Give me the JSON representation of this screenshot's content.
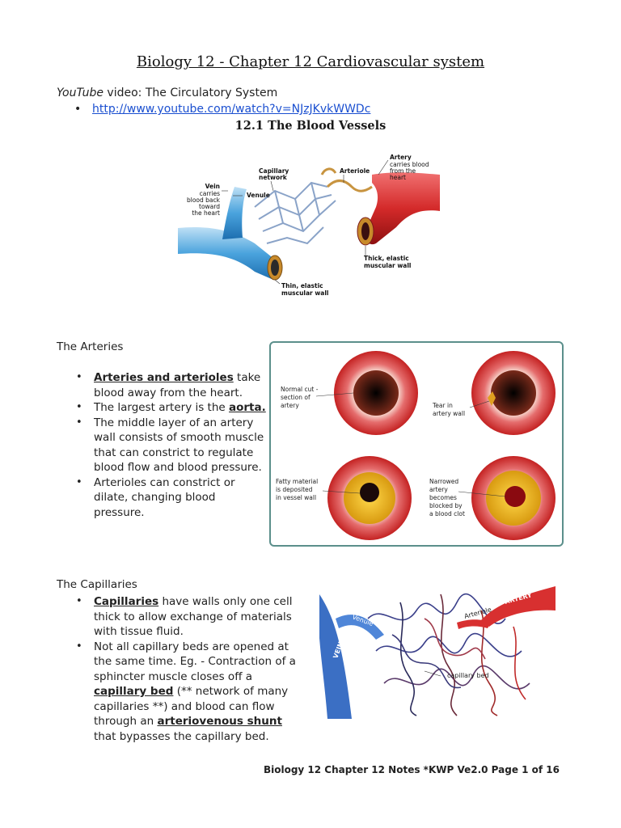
{
  "title": "Biology 12 - Chapter 12 Cardiovascular system",
  "youtube": {
    "italic": "YouTube",
    "rest": " video: The Circulatory System",
    "url": "http://www.youtube.com/watch?v=NJzJKvkWWDc"
  },
  "section_title": "12.1 The Blood Vessels",
  "vessels_figure": {
    "artery": "Artery",
    "artery_desc": [
      "carries blood",
      "from the",
      "heart"
    ],
    "arteriole": "Arteriole",
    "capillary": [
      "Capillary",
      "network"
    ],
    "vein": "Vein",
    "vein_desc": [
      "carries",
      "blood back",
      "toward",
      "the heart"
    ],
    "venule": "Venule",
    "thick": [
      "Thick, elastic",
      "muscular wall"
    ],
    "thin": [
      "Thin, elastic",
      "muscular wall"
    ]
  },
  "arteries": {
    "heading": "The Arteries",
    "b1_u": "Arteries and arterioles",
    "b1_rest": " take blood away from the heart.",
    "b2_pre": "The largest artery is the ",
    "b2_u": "aorta.",
    "b3": "The middle layer of an artery wall consists of smooth muscle that can constrict to regulate blood flow and blood pressure.",
    "b4": "Arterioles can constrict or dilate, changing blood pressure."
  },
  "artery_figure": {
    "l1": [
      "Normal cut -",
      "section of",
      "artery"
    ],
    "l2": [
      "Tear in",
      "artery wall"
    ],
    "l3": [
      "Fatty material",
      "is deposited",
      "in vessel wall"
    ],
    "l4": [
      "Narrowed",
      "artery",
      "becomes",
      "blocked by",
      "a blood clot"
    ]
  },
  "capillaries": {
    "heading": "The Capillaries",
    "b1_u": "Capillaries",
    "b1_rest": " have walls only one cell thick to allow exchange of materials with tissue fluid.",
    "b2_pre": "Not all capillary beds are opened at the same time. Eg. - Contraction of a sphincter muscle closes off a ",
    "b2_u1": "capillary bed",
    "b2_mid": " (** network of many capillaries **) and blood can flow through an ",
    "b2_u2": "arteriovenous shunt",
    "b2_post": " that bypasses the capillary bed."
  },
  "cap_figure": {
    "artery": "ARTERY",
    "arteriole": "Arteriole",
    "venule": "Venule",
    "vein": "VEIN",
    "bed": "capillary bed"
  },
  "footer": "Biology 12 Chapter 12 Notes *KWP Ve2.0 Page 1 of 16"
}
